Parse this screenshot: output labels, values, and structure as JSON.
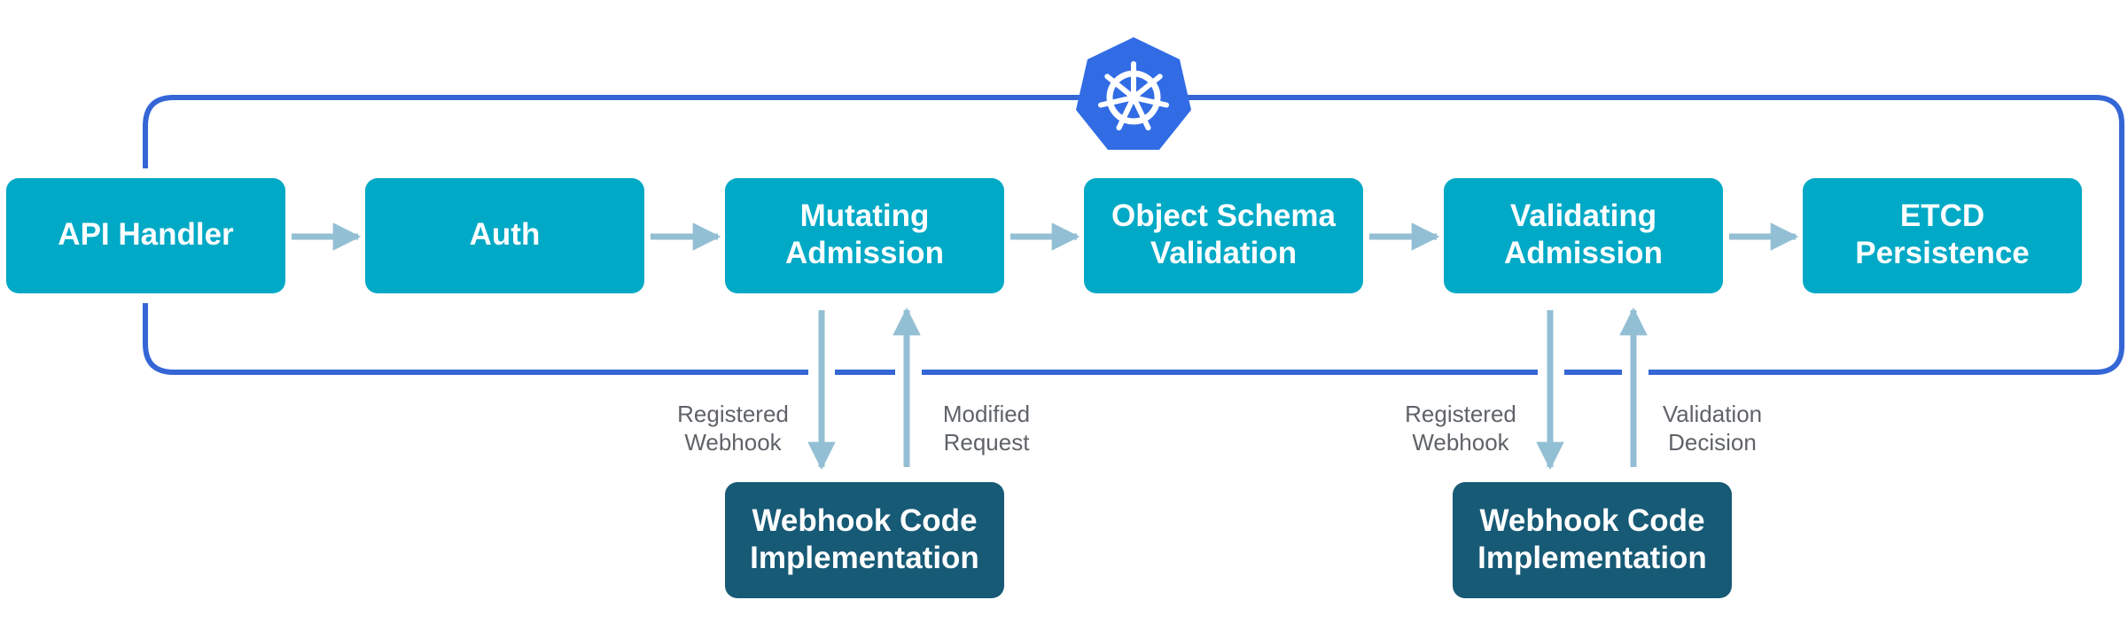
{
  "colors": {
    "stage_fill": "#00a9c6",
    "webhook_fill": "#175a75",
    "arrow": "#93bfd4",
    "loop_line": "#3466d6",
    "logo_fill": "#326ce5",
    "logo_wheel": "#ffffff",
    "label_text": "#5f6368"
  },
  "logo": {
    "icon": "kubernetes-helm-wheel-icon"
  },
  "pipeline": {
    "stages": [
      {
        "id": "api-handler",
        "lines": [
          "API Handler"
        ]
      },
      {
        "id": "auth",
        "lines": [
          "Auth"
        ]
      },
      {
        "id": "mutating-admission",
        "lines": [
          "Mutating",
          "Admission"
        ]
      },
      {
        "id": "object-schema-validation",
        "lines": [
          "Object Schema",
          "Validation"
        ]
      },
      {
        "id": "validating-admission",
        "lines": [
          "Validating",
          "Admission"
        ]
      },
      {
        "id": "etcd-persistence",
        "lines": [
          "ETCD",
          "Persistence"
        ]
      }
    ]
  },
  "webhooks": [
    {
      "id": "mutating-webhook",
      "lines": [
        "Webhook Code",
        "Implementation"
      ],
      "request_label": [
        "Registered",
        "Webhook"
      ],
      "response_label": [
        "Modified",
        "Request"
      ]
    },
    {
      "id": "validating-webhook",
      "lines": [
        "Webhook Code",
        "Implementation"
      ],
      "request_label": [
        "Registered",
        "Webhook"
      ],
      "response_label": [
        "Validation",
        "Decision"
      ]
    }
  ]
}
